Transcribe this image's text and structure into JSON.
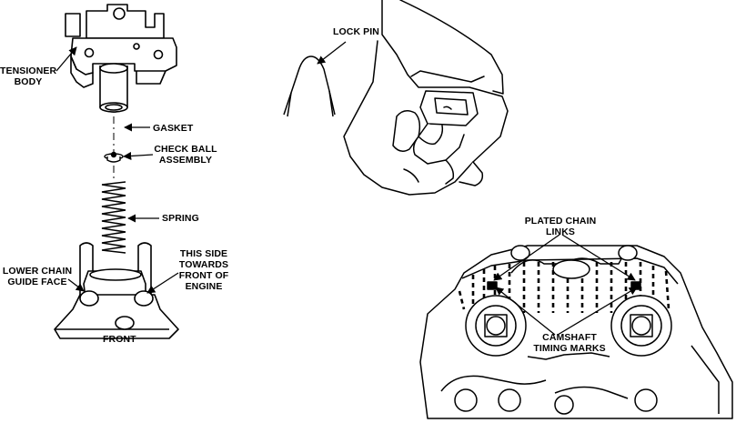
{
  "labels": {
    "tensioner_body": [
      "TENSIONER",
      "BODY"
    ],
    "gasket": "GASKET",
    "check_ball": [
      "CHECK BALL",
      "ASSEMBLY"
    ],
    "spring": "SPRING",
    "lower_chain": [
      "LOWER CHAIN",
      "GUIDE FACE"
    ],
    "this_side": [
      "THIS SIDE",
      "TOWARDS",
      "FRONT OF",
      "ENGINE"
    ],
    "front": "FRONT",
    "lock_pin": "LOCK PIN",
    "plated_chain": [
      "PLATED CHAIN",
      "LINKS"
    ],
    "camshaft": [
      "CAMSHAFT",
      "TIMING MARKS"
    ]
  }
}
